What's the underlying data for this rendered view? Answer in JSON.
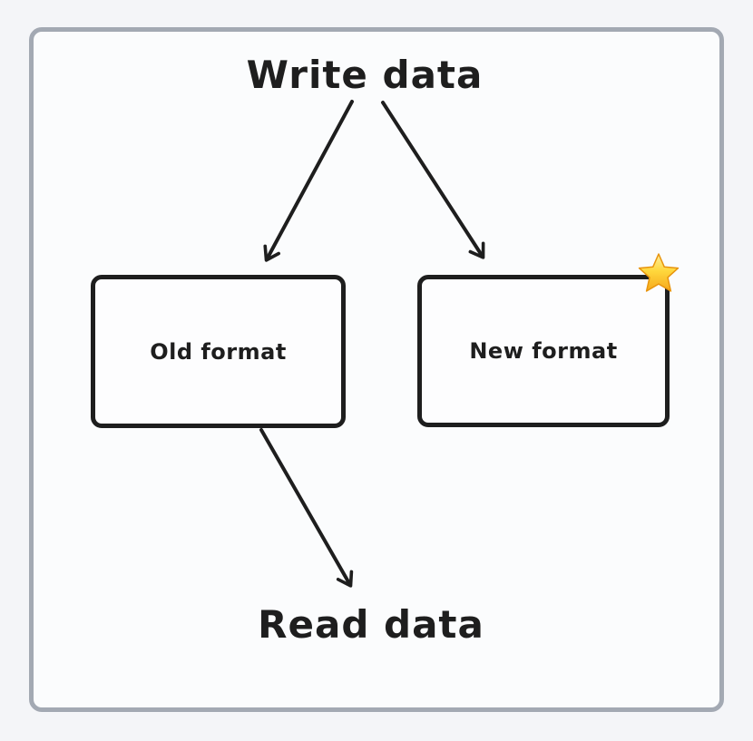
{
  "diagram": {
    "top_label": "Write data",
    "bottom_label": "Read data",
    "nodes": [
      {
        "id": "old-format",
        "label": "Old format"
      },
      {
        "id": "new-format",
        "label": "New format",
        "badge_icon": "star"
      }
    ],
    "edges": [
      {
        "from": "Write data",
        "to": "Old format"
      },
      {
        "from": "Write data",
        "to": "New format"
      },
      {
        "from": "Old format",
        "to": "Read data"
      }
    ],
    "colors": {
      "stroke": "#1e1e1e",
      "frame_border": "#a3a9b3",
      "canvas_background": "#fbfcfd",
      "page_background": "#f4f5f8",
      "star_fill": "#ffd43b",
      "star_stroke": "#e8940c"
    }
  }
}
